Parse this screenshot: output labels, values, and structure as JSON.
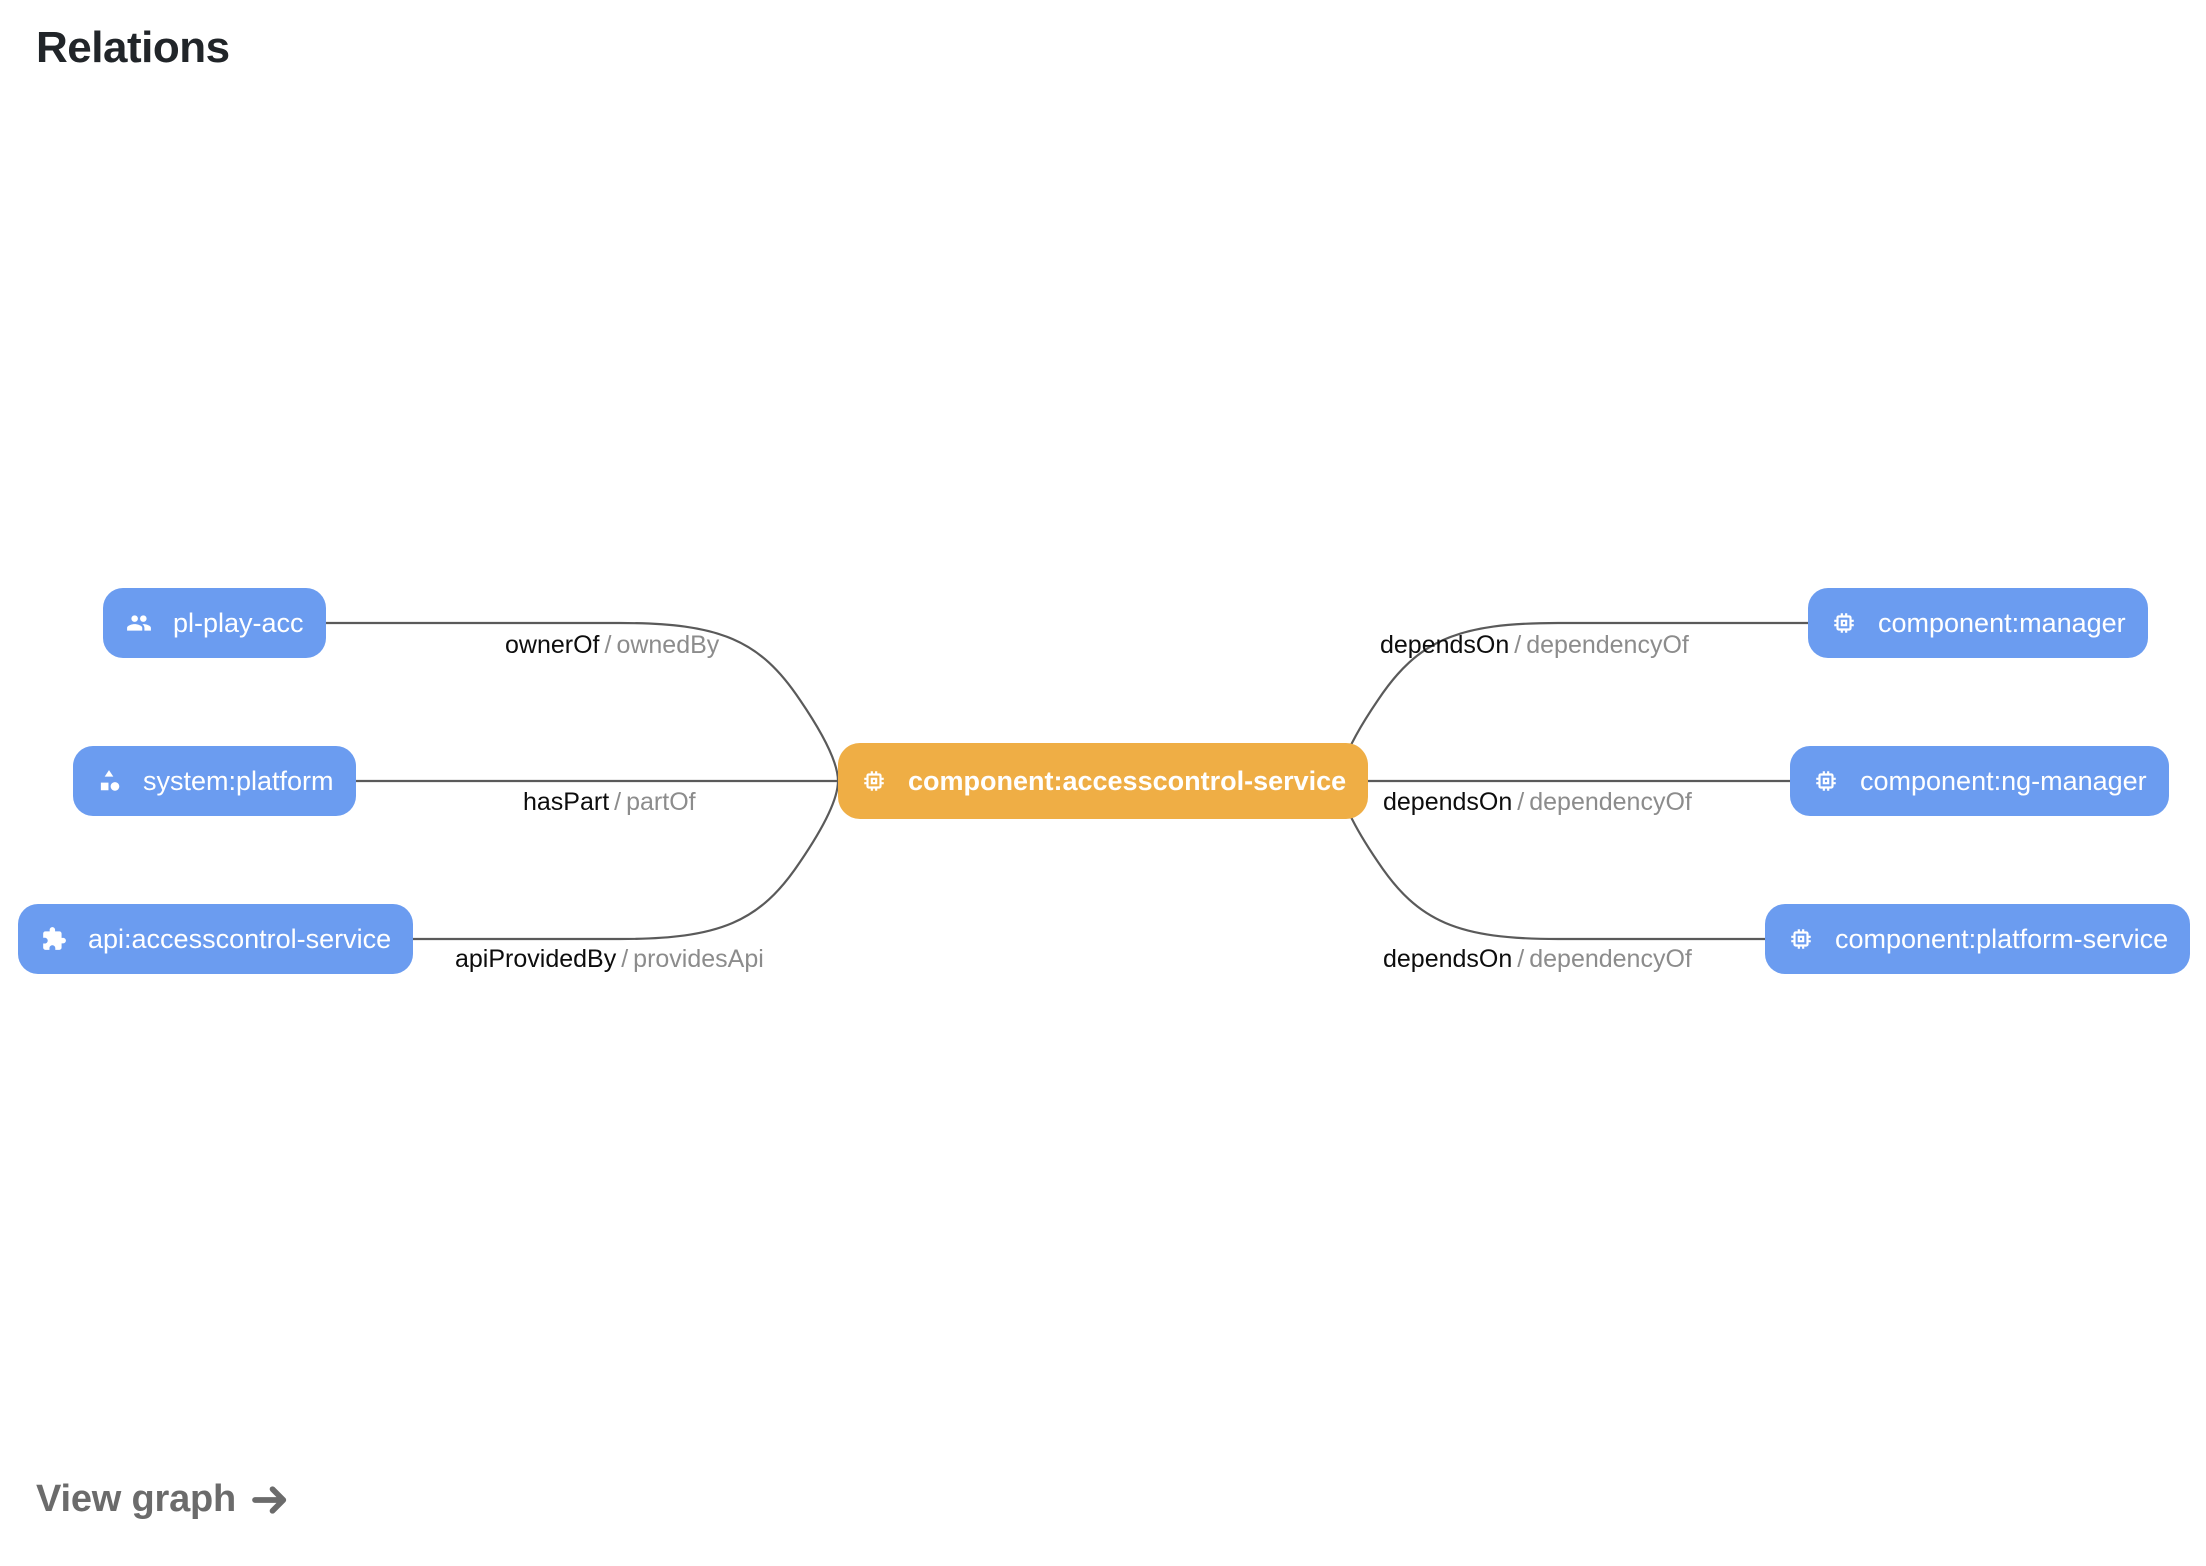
{
  "page": {
    "title": "Relations"
  },
  "footer": {
    "view_graph_label": "View graph",
    "arrow_icon": "arrow-right-icon"
  },
  "colors": {
    "node_blue": "#6b9cf0",
    "node_orange": "#efae45",
    "edge_stroke": "#5a5a5a",
    "label_primary": "#0d0d0d",
    "label_secondary": "#8c8c8c",
    "title": "#212529",
    "link": "#6b6b6b",
    "background": "#ffffff"
  },
  "graph": {
    "center_node": {
      "id": "component:accesscontrol-service",
      "label": "component:accesscontrol-service",
      "kind": "component",
      "icon": "memory-chip-icon",
      "color": "#efae45",
      "highlighted": true
    },
    "left_nodes": [
      {
        "id": "pl-play-acc",
        "label": "pl-play-acc",
        "kind": "group",
        "icon": "people-group-icon",
        "color": "#6b9cf0"
      },
      {
        "id": "system:platform",
        "label": "system:platform",
        "kind": "system",
        "icon": "category-shapes-icon",
        "color": "#6b9cf0"
      },
      {
        "id": "api:accesscontrol-service",
        "label": "api:accesscontrol-service",
        "kind": "api",
        "icon": "puzzle-piece-icon",
        "color": "#6b9cf0"
      }
    ],
    "right_nodes": [
      {
        "id": "component:manager",
        "label": "component:manager",
        "kind": "component",
        "icon": "memory-chip-icon",
        "color": "#6b9cf0"
      },
      {
        "id": "component:ng-manager",
        "label": "component:ng-manager",
        "kind": "component",
        "icon": "memory-chip-icon",
        "color": "#6b9cf0"
      },
      {
        "id": "component:platform-service",
        "label": "component:platform-service",
        "kind": "component",
        "icon": "memory-chip-icon",
        "color": "#6b9cf0"
      }
    ],
    "edges": [
      {
        "source": "pl-play-acc",
        "target": "component:accesscontrol-service",
        "forward": "ownerOf",
        "separator": "/",
        "reverse": "ownedBy"
      },
      {
        "source": "system:platform",
        "target": "component:accesscontrol-service",
        "forward": "hasPart",
        "separator": "/",
        "reverse": "partOf"
      },
      {
        "source": "api:accesscontrol-service",
        "target": "component:accesscontrol-service",
        "forward": "apiProvidedBy",
        "separator": "/",
        "reverse": "providesApi"
      },
      {
        "source": "component:accesscontrol-service",
        "target": "component:manager",
        "forward": "dependsOn",
        "separator": "/",
        "reverse": "dependencyOf"
      },
      {
        "source": "component:accesscontrol-service",
        "target": "component:ng-manager",
        "forward": "dependsOn",
        "separator": "/",
        "reverse": "dependencyOf"
      },
      {
        "source": "component:accesscontrol-service",
        "target": "component:platform-service",
        "forward": "dependsOn",
        "separator": "/",
        "reverse": "dependencyOf"
      }
    ]
  }
}
